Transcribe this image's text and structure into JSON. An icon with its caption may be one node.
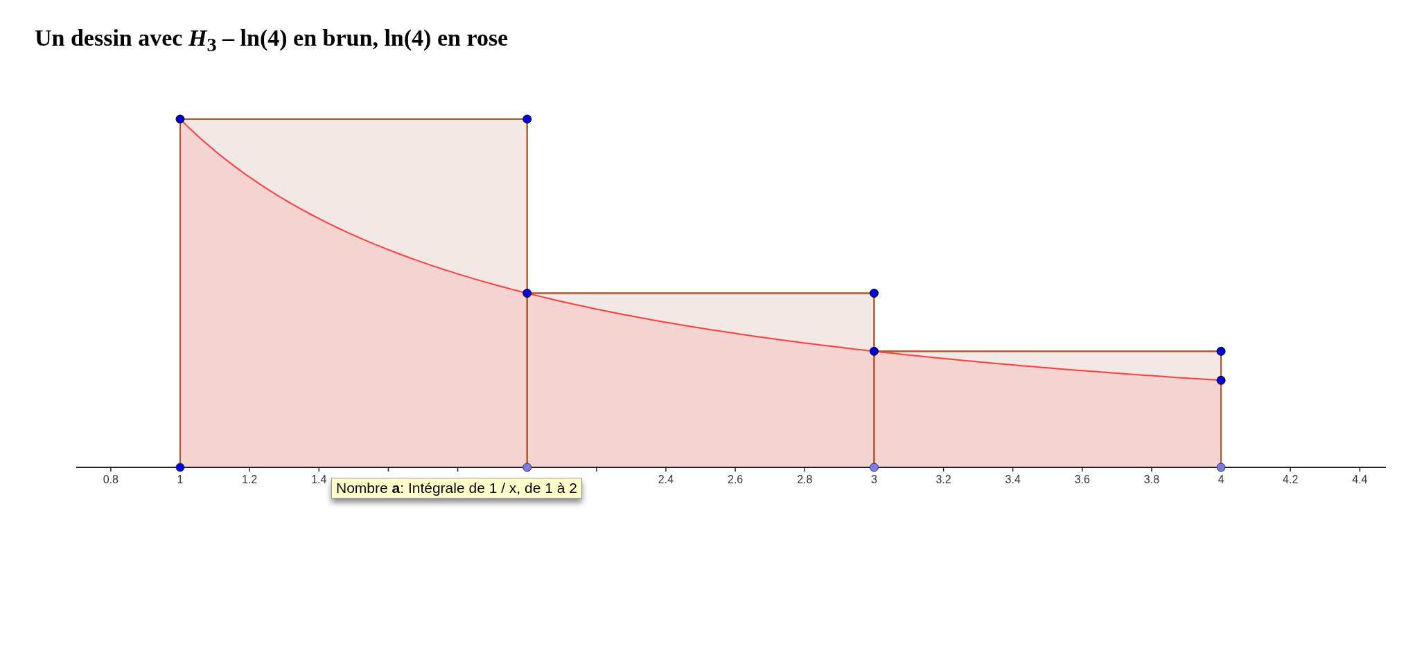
{
  "diagram": {
    "title": "Un dessin avec *H*$_{3}$ – ln(4) en brun, ln(4) en rose",
    "labels": [
      "0.8",
      "1",
      "1.2",
      "1.4",
      "2.4",
      "2.6",
      "2.8",
      "3",
      "3.2",
      "3.4",
      "3.6",
      "3.8",
      "4",
      "4.2",
      "4.4",
      "Nombre **a**: Intégrale de 1 / x, de 1 à 2"
    ]
  }
}
